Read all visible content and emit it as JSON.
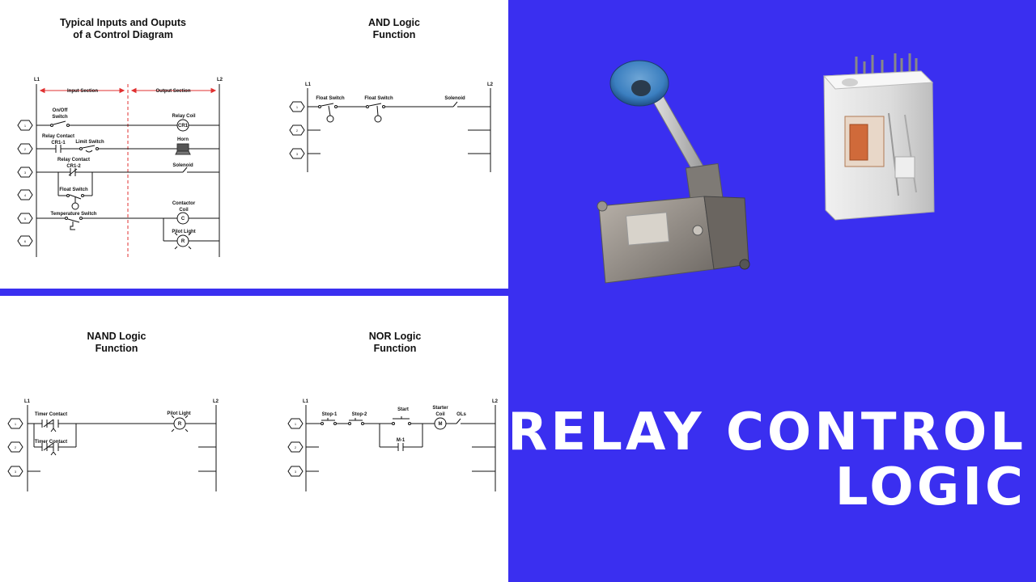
{
  "colors": {
    "background": "#3a2ff0",
    "panel": "#ffffff",
    "divider": "#e03030",
    "headline": "#ffffff"
  },
  "panels": {
    "main": {
      "title_line1": "Typical Inputs and Ouputs",
      "title_line2": "of a Control Diagram",
      "l1": "L1",
      "l2": "L2",
      "input_section": "Input Section",
      "output_section": "Output Section",
      "rungs": [
        "1",
        "2",
        "3",
        "4",
        "5",
        "6"
      ],
      "onoff_line1": "On/Off",
      "onoff_line2": "Switch",
      "relay_contact_1": "Relay Contact",
      "cr1_1": "CR1-1",
      "limit_switch": "Limit Switch",
      "relay_contact_2": "Relay Contact",
      "cr1_2": "CR1-2",
      "float_switch": "Float Switch",
      "temperature_switch": "Temperature Switch",
      "relay_coil": "Relay Coil",
      "cr1": "CR1",
      "horn": "Horn",
      "solenoid": "Solenoid",
      "contactor_line1": "Contactor",
      "contactor_line2": "Coil",
      "contactor_letter": "C",
      "pilot_light": "Pilot Light",
      "pilot_letter": "R"
    },
    "and": {
      "title_line1": "AND Logic",
      "title_line2": "Function",
      "l1": "L1",
      "l2": "L2",
      "rungs": [
        "1",
        "2",
        "3"
      ],
      "float_switch_1": "Float Switch",
      "float_switch_2": "Float Switch",
      "solenoid": "Solenoid"
    },
    "nand": {
      "title_line1": "NAND Logic",
      "title_line2": "Function",
      "l1": "L1",
      "l2": "L2",
      "rungs": [
        "1",
        "2",
        "3"
      ],
      "timer_contact_1": "Timer Contact",
      "timer_contact_2": "Timer Contact",
      "pilot_light": "Pilot Light",
      "pilot_letter": "R"
    },
    "nor": {
      "title_line1": "NOR Logic",
      "title_line2": "Function",
      "l1": "L1",
      "l2": "L2",
      "rungs": [
        "1",
        "2",
        "3"
      ],
      "stop1": "Stop-1",
      "stop2": "Stop-2",
      "start": "Start",
      "starter_line1": "Starter",
      "starter_line2": "Coil",
      "starter_letter": "M",
      "ols": "OLs",
      "m1": "M-1"
    }
  },
  "headline": {
    "line1": "RELAY CONTROL",
    "line2": "LOGIC"
  }
}
